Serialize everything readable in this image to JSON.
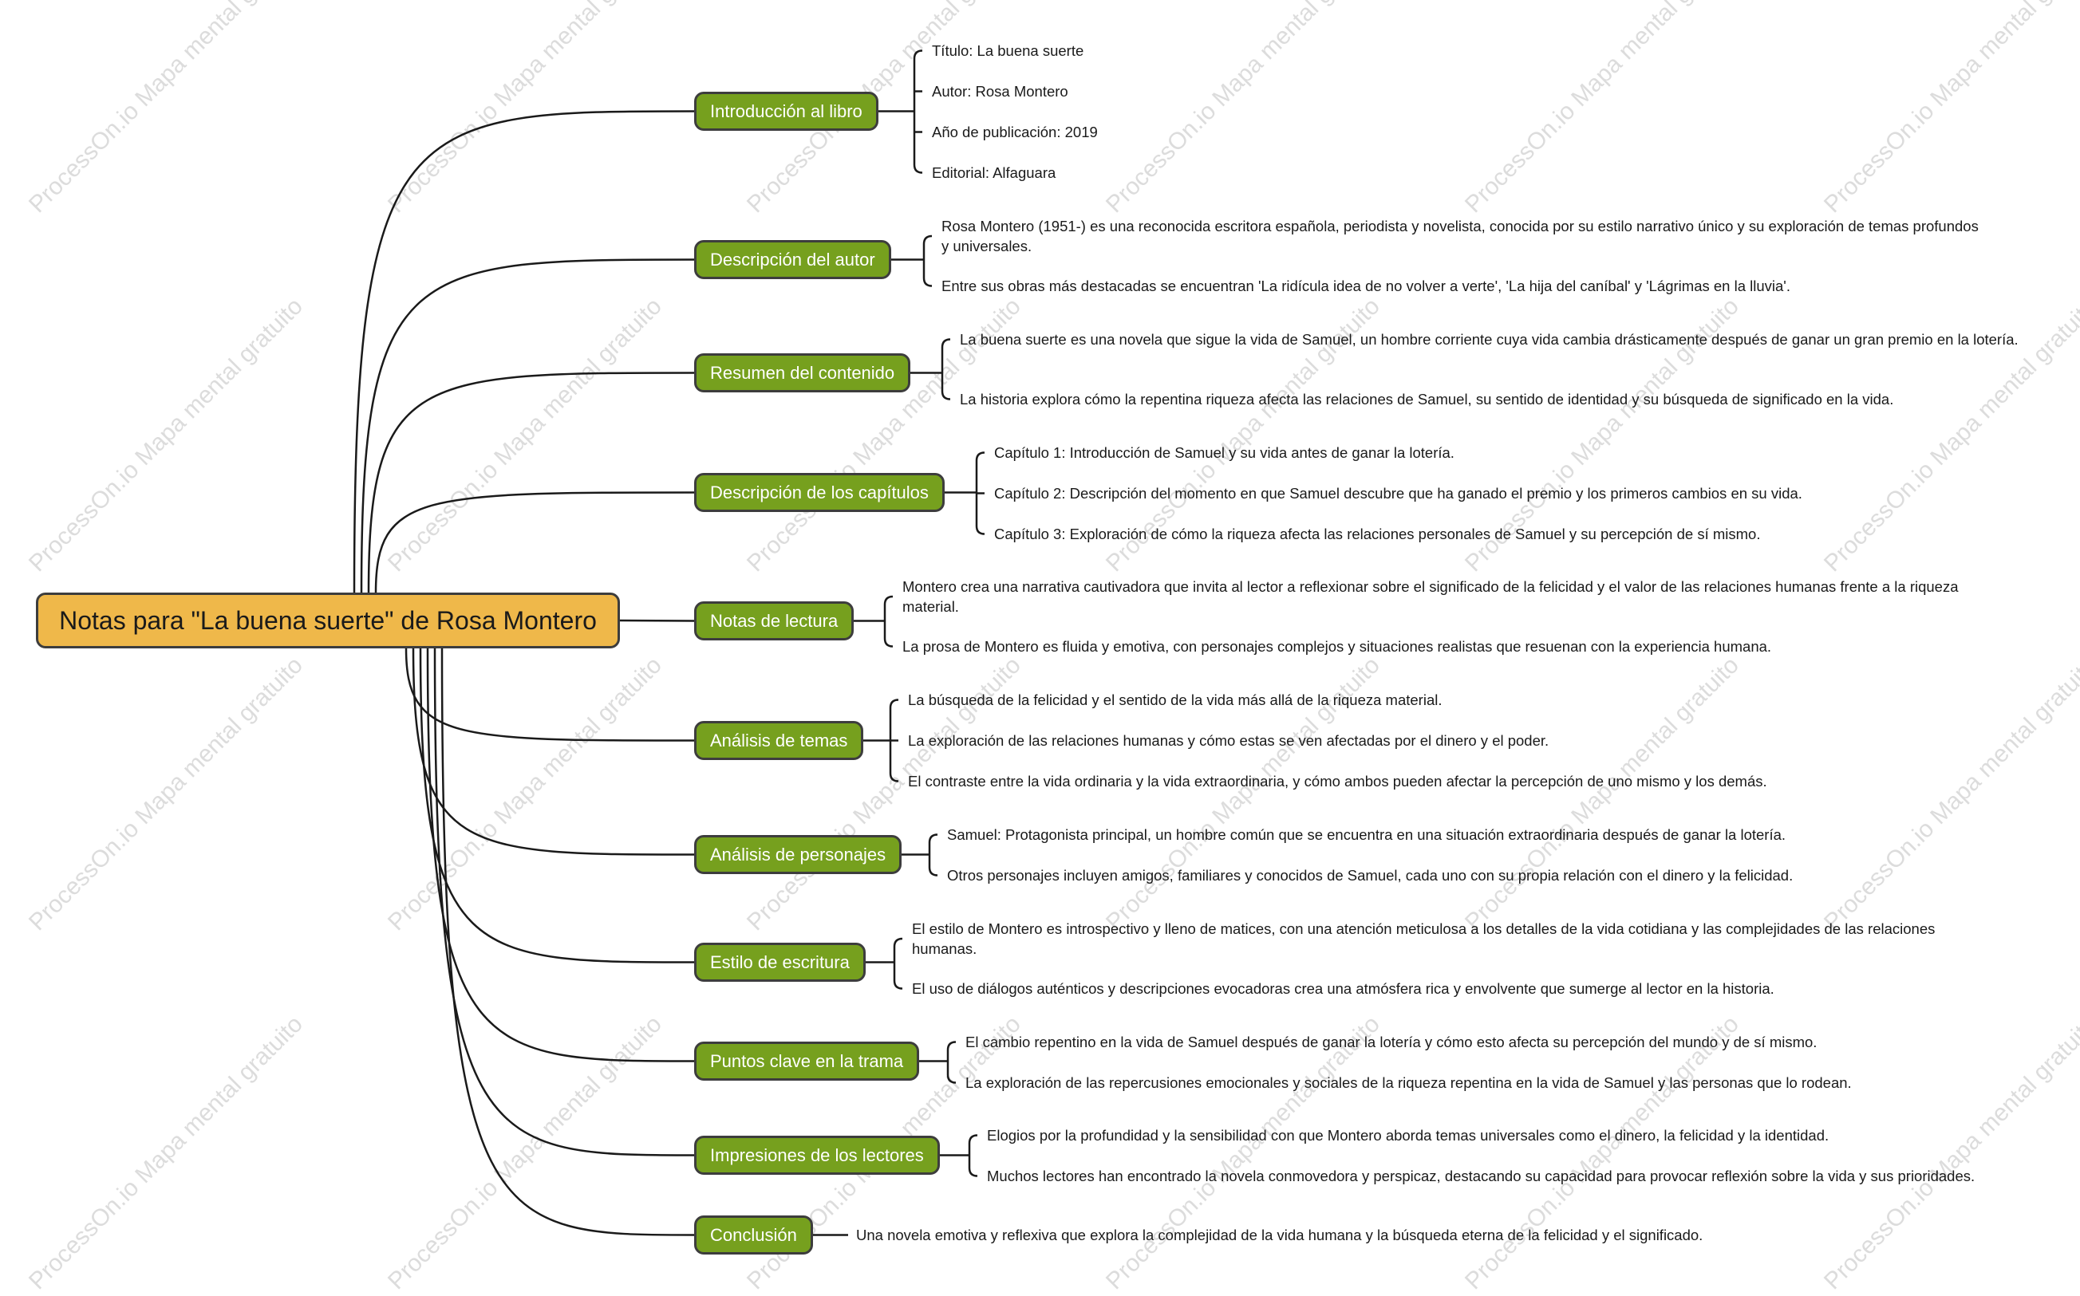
{
  "watermark": "ProcessOn.io Mapa mental gratuito",
  "colors": {
    "root_fill": "#efb84a",
    "branch_fill": "#76a01e",
    "stroke": "#3d3d3d",
    "connector": "#1a1a1a"
  },
  "root": {
    "label": "Notas para \"La buena suerte\" de Rosa Montero"
  },
  "branches": [
    {
      "label": "Introducción al libro",
      "items": [
        "Título: La buena suerte",
        "Autor: Rosa Montero",
        "Año de publicación: 2019",
        "Editorial: Alfaguara"
      ]
    },
    {
      "label": "Descripción del autor",
      "items": [
        "Rosa Montero (1951-) es una reconocida escritora española, periodista y novelista, conocida por su estilo narrativo único y su exploración de temas profundos y universales.",
        "Entre sus obras más destacadas se encuentran 'La ridícula idea de no volver a verte', 'La hija del caníbal' y 'Lágrimas en la lluvia'."
      ]
    },
    {
      "label": "Resumen del contenido",
      "items": [
        "La buena suerte es una novela que sigue la vida de Samuel, un hombre corriente cuya vida cambia drásticamente después de ganar un gran premio en la lotería.",
        "La historia explora cómo la repentina riqueza afecta las relaciones de Samuel, su sentido de identidad y su búsqueda de significado en la vida."
      ]
    },
    {
      "label": "Descripción de los capítulos",
      "items": [
        "Capítulo 1: Introducción de Samuel y su vida antes de ganar la lotería.",
        "Capítulo 2: Descripción del momento en que Samuel descubre que ha ganado el premio y los primeros cambios en su vida.",
        "Capítulo 3: Exploración de cómo la riqueza afecta las relaciones personales de Samuel y su percepción de sí mismo."
      ]
    },
    {
      "label": "Notas de lectura",
      "items": [
        "Montero crea una narrativa cautivadora que invita al lector a reflexionar sobre el significado de la felicidad y el valor de las relaciones humanas frente a la riqueza material.",
        "La prosa de Montero es fluida y emotiva, con personajes complejos y situaciones realistas que resuenan con la experiencia humana."
      ]
    },
    {
      "label": "Análisis de temas",
      "items": [
        "La búsqueda de la felicidad y el sentido de la vida más allá de la riqueza material.",
        "La exploración de las relaciones humanas y cómo estas se ven afectadas por el dinero y el poder.",
        "El contraste entre la vida ordinaria y la vida extraordinaria, y cómo ambos pueden afectar la percepción de uno mismo y los demás."
      ]
    },
    {
      "label": "Análisis de personajes",
      "items": [
        "Samuel: Protagonista principal, un hombre común que se encuentra en una situación extraordinaria después de ganar la lotería.",
        "Otros personajes incluyen amigos, familiares y conocidos de Samuel, cada uno con su propia relación con el dinero y la felicidad."
      ]
    },
    {
      "label": "Estilo de escritura",
      "items": [
        "El estilo de Montero es introspectivo y lleno de matices, con una atención meticulosa a los detalles de la vida cotidiana y las complejidades de las relaciones humanas.",
        "El uso de diálogos auténticos y descripciones evocadoras crea una atmósfera rica y envolvente que sumerge al lector en la historia."
      ]
    },
    {
      "label": "Puntos clave en la trama",
      "items": [
        "El cambio repentino en la vida de Samuel después de ganar la lotería y cómo esto afecta su percepción del mundo y de sí mismo.",
        "La exploración de las repercusiones emocionales y sociales de la riqueza repentina en la vida de Samuel y las personas que lo rodean."
      ]
    },
    {
      "label": "Impresiones de los lectores",
      "items": [
        "Elogios por la profundidad y la sensibilidad con que Montero aborda temas universales como el dinero, la felicidad y la identidad.",
        "Muchos lectores han encontrado la novela conmovedora y perspicaz, destacando su capacidad para provocar reflexión sobre la vida y sus prioridades."
      ]
    },
    {
      "label": "Conclusión",
      "items": [
        "Una novela emotiva y reflexiva que explora la complejidad de la vida humana y la búsqueda eterna de la felicidad y el significado."
      ]
    }
  ]
}
